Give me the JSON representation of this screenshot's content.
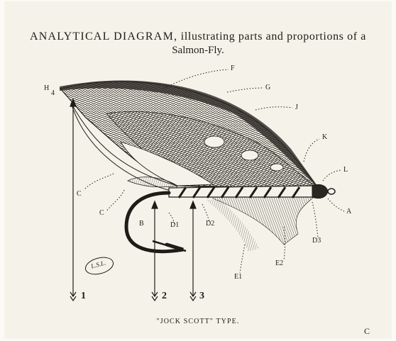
{
  "title": {
    "caps": "ANALYTICAL DIAGRAM,",
    "rest": " illustrating parts and proportions of a",
    "line2": "Salmon-Fly."
  },
  "caption": "\"JOCK SCOTT\" TYPE.",
  "plate_letter": "C",
  "signature": "L.S.L.",
  "labels": {
    "H": "H",
    "four": "4",
    "F": "F",
    "G": "G",
    "J": "J",
    "K": "K",
    "L": "L",
    "A": "A",
    "C_upper": "C",
    "C_lower": "C",
    "B": "B",
    "D1": "D1",
    "D2": "D2",
    "D3": "D3",
    "E1": "E1",
    "E2": "E2",
    "one": "1",
    "two": "2",
    "three": "3"
  }
}
